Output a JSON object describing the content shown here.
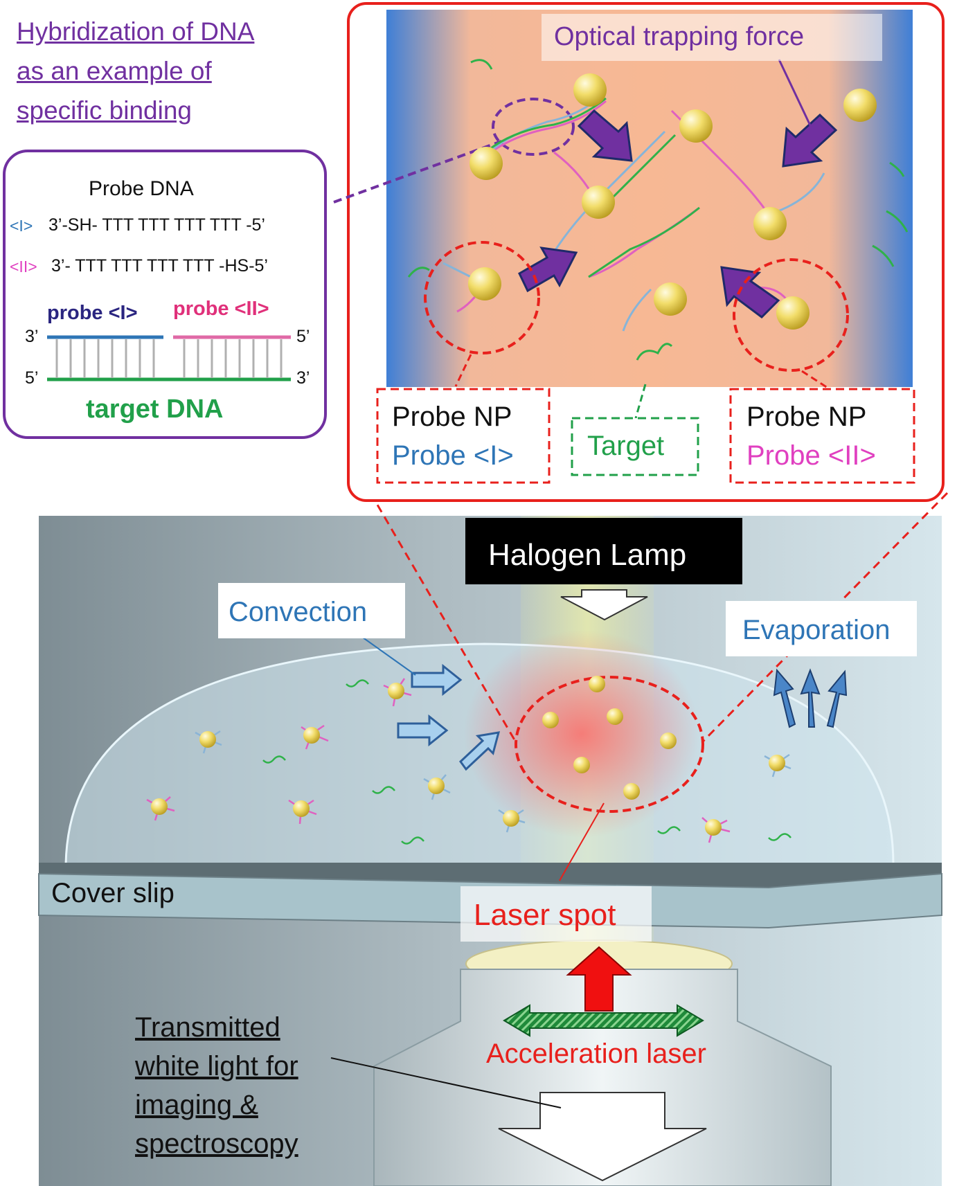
{
  "header": {
    "line1": "Hybridization of DNA",
    "line2": "as an example of",
    "line3": "specific binding"
  },
  "probe_panel": {
    "title": "Probe DNA",
    "seq1_tag": "<I>",
    "seq1": "3’-SH- TTT TTT TTT TTT -5’",
    "seq2_tag": "<II>",
    "seq2": "3’- TTT TTT TTT TTT -HS-5’",
    "probe1_label": "probe <I>",
    "probe2_label": "probe <II>",
    "end_top_left": "3’",
    "end_top_right": "5’",
    "end_bottom_left": "5’",
    "end_bottom_right": "3’",
    "target_label": "target DNA"
  },
  "zoom_panel": {
    "optical_force": "Optical trapping force",
    "probe_np_left": "Probe NP",
    "probe_left_type": "Probe <I>",
    "target": "Target",
    "probe_np_right": "Probe NP",
    "probe_right_type": "Probe <II>"
  },
  "setup": {
    "halogen": "Halogen Lamp",
    "convection": "Convection",
    "evaporation": "Evaporation",
    "cover_slip": "Cover slip",
    "laser_spot": "Laser spot",
    "acceleration": "Acceleration laser",
    "transmitted1": "Transmitted",
    "transmitted2": "white light for",
    "transmitted3": "imaging &",
    "transmitted4": "spectroscopy"
  },
  "colors": {
    "purple": "#7030a0",
    "red": "#e8201c",
    "blue": "#2e75b6",
    "pink": "#e040c0",
    "green": "#21a04a",
    "navy": "#2a2580"
  }
}
